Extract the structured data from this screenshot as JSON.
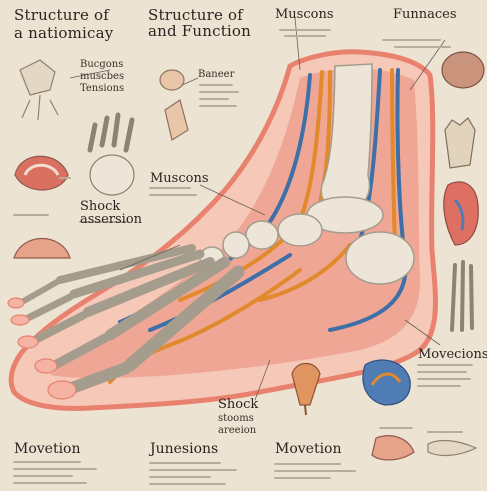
{
  "titles": {
    "left_line1": "Structure of",
    "left_line2": "a natiomicay",
    "center_line1": "Structure of",
    "center_line2": "and Function",
    "muscons_top": "Muscons",
    "functions_top": "Funnaces"
  },
  "labels": {
    "bucgons": "Bucgons",
    "muscles": "muscbes",
    "tensions": "Tensions",
    "baneer": "Baneer",
    "muscons_mid": "Muscons",
    "shock": "Shock",
    "assersion": "assersion",
    "movecions": "Movecions",
    "shock_bottom": "Shock",
    "shock_bottom_2": "stooms",
    "shock_bottom_3": "areeion",
    "movetion_left": "Movetion",
    "junesions": "Junesions",
    "movetion_center": "Movetion"
  },
  "colors": {
    "background": "#ede3d3",
    "bone": "#ede6d8",
    "tendon_orange": "#e08a2c",
    "vessel_blue": "#3d6fa8",
    "muscle_red": "#d9614e",
    "skin_pink": "#f2a08f"
  }
}
